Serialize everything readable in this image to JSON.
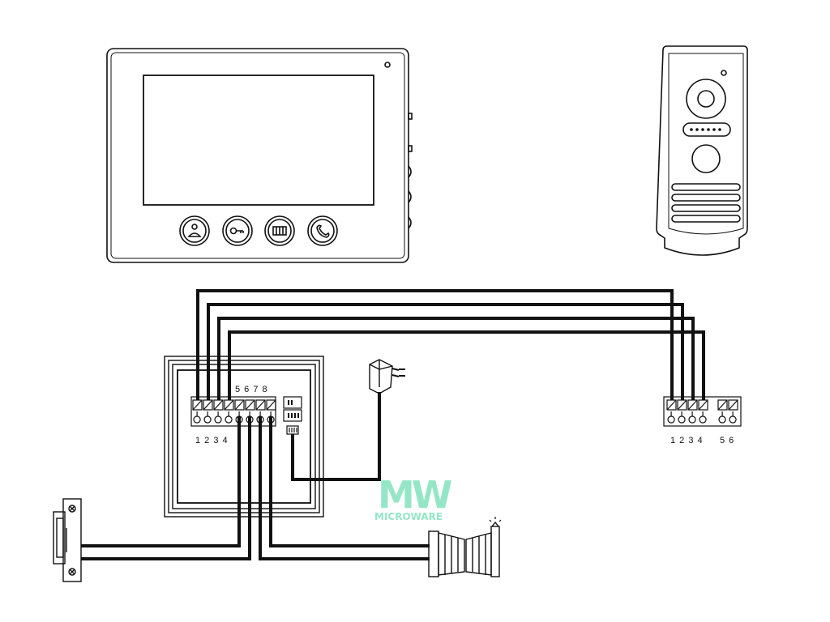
{
  "monitor": {
    "buttons": [
      "intercom-person-icon",
      "unlock-key-icon",
      "gate-icon",
      "handset-icon"
    ]
  },
  "indoor_terminals": {
    "left_numbers": "1 2 3 4",
    "right_numbers": "5 6 7 8"
  },
  "outdoor_terminals": {
    "numbers_a": "1 2 3 4",
    "numbers_b": "5 6"
  },
  "watermark": {
    "logo": "MW",
    "text": "MICROWARE",
    "color": "#3fd39a"
  },
  "devices": [
    "indoor-monitor",
    "outdoor-door-station",
    "power-adapter",
    "electric-lock",
    "gate-motor"
  ],
  "colors": {
    "line": "#111111",
    "wire": "#111111"
  }
}
